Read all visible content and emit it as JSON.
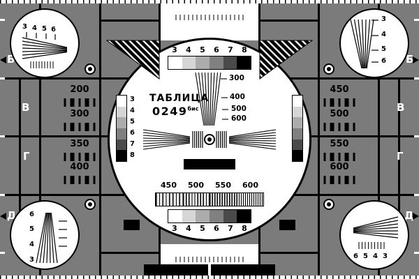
{
  "colors": {
    "background": "#7b7b7b",
    "ink": "#000000",
    "paper": "#ffffff"
  },
  "title": {
    "word": "ТАБЛИЦА",
    "code": "0249",
    "sup": "бис"
  },
  "scales": {
    "step_labels": [
      "3",
      "4",
      "5",
      "6",
      "7",
      "8"
    ],
    "step_colors": [
      "#ffffff",
      "#d6d6d6",
      "#acacac",
      "#808080",
      "#4a4a4a",
      "#000000"
    ]
  },
  "wedge_labels": [
    "300",
    "400",
    "500",
    "600"
  ],
  "burst_labels": [
    "450",
    "500",
    "550",
    "600"
  ],
  "left_panel": [
    "200",
    "300",
    "350",
    "400"
  ],
  "right_panel": [
    "450",
    "500",
    "550",
    "600"
  ],
  "edge_letters_left": [
    "Б",
    "В",
    "Г",
    "Д"
  ],
  "edge_letters_right": [
    "Б",
    "В",
    "Г",
    "Д"
  ],
  "corners": {
    "top_left": [
      "3",
      "4",
      "5",
      "6"
    ],
    "top_right": [
      "3",
      "4",
      "5",
      "6"
    ],
    "bottom_left": [
      "6",
      "5",
      "4",
      "3"
    ],
    "bottom_right": [
      "6",
      "5",
      "4",
      "3"
    ]
  }
}
